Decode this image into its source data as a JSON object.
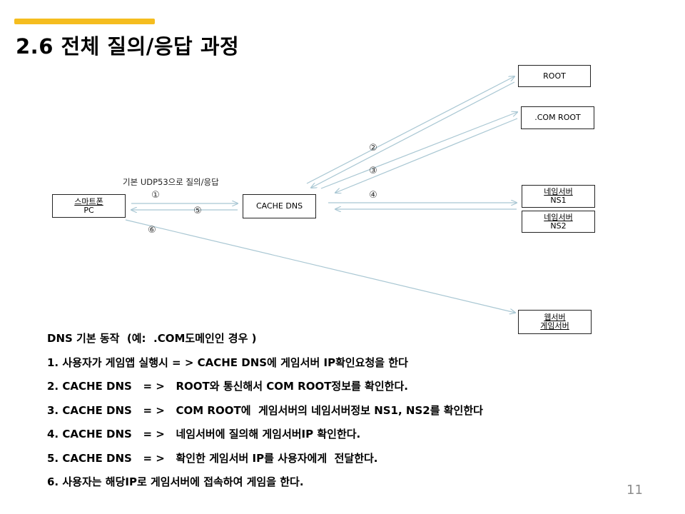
{
  "slide": {
    "title": "2.6 전체 질의/응답 과정",
    "accent_color": "#f5bd1f",
    "page_number": "11"
  },
  "diagram": {
    "nodes": {
      "pc_label_1": "스마트폰",
      "pc_label_2": "PC",
      "cache_dns": "CACHE DNS",
      "root": "ROOT",
      "com_root": ".COM ROOT",
      "ns1_label_1": "네임서버",
      "ns1_label_2": "NS1",
      "ns2_label_1": "네임서버",
      "ns2_label_2": "NS2",
      "web_label_1": "웹서버",
      "web_label_2": "게임서버"
    },
    "udp_label": "기본 UDP53으로 질의/응답",
    "steps": [
      "①",
      "②",
      "③",
      "④",
      "⑤",
      "⑥"
    ],
    "arrow_color": "#a9c7d3"
  },
  "notes": {
    "heading": "DNS 기본 동작  (예:  .COM도메인인 경우 )",
    "lines": [
      "1. 사용자가 게임앱 실행시 = > CACHE DNS에 게임서버 IP확인요청을 한다",
      "2. CACHE DNS   = >   ROOT와 통신해서 COM ROOT정보를 확인한다.",
      "3. CACHE DNS   = >   COM ROOT에  게임서버의 네임서버정보 NS1, NS2를 확인한다",
      "4. CACHE DNS   = >   네임서버에 질의해 게임서버IP 확인한다.",
      "5. CACHE DNS   = >   확인한 게임서버 IP를 사용자에게  전달한다.",
      "6. 사용자는 해당IP로 게임서버에 접속하여 게임을 한다."
    ]
  }
}
